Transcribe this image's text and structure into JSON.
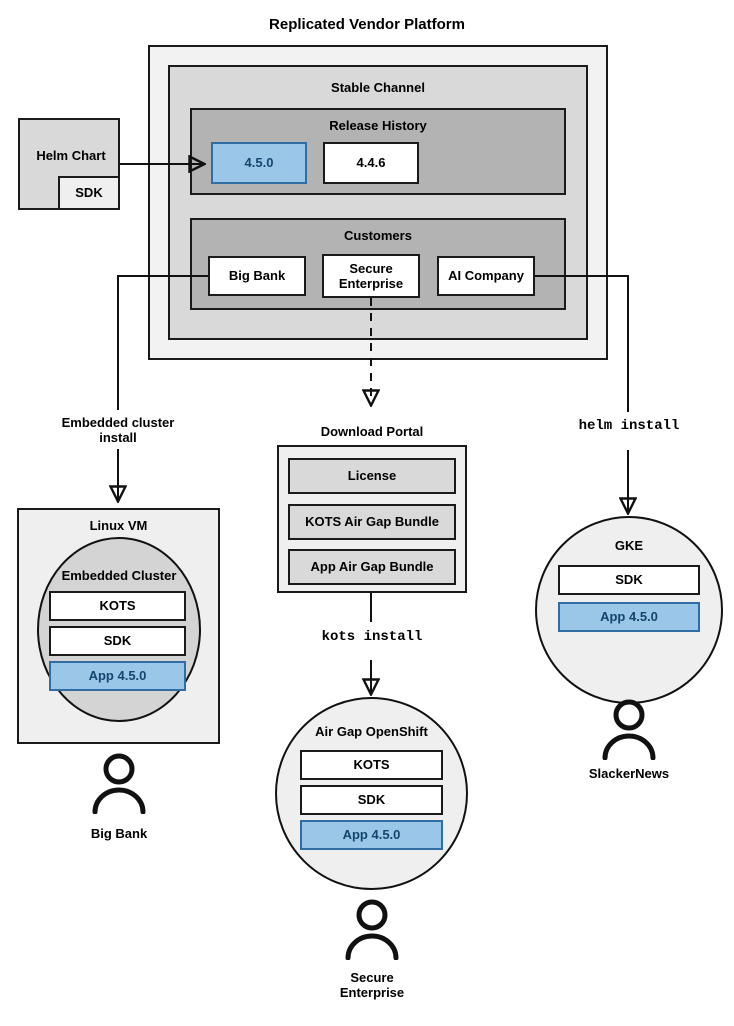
{
  "diagram": {
    "title": "Replicated Vendor Platform",
    "platform": {
      "channel_title": "Stable Channel",
      "release_history": {
        "title": "Release History",
        "releases": [
          {
            "version": "4.5.0",
            "highlighted": true
          },
          {
            "version": "4.4.6",
            "highlighted": false
          }
        ]
      },
      "customers": {
        "title": "Customers",
        "items": [
          "Big Bank",
          "Secure\nEnterprise",
          "AI Company"
        ]
      }
    },
    "source": {
      "label": "Helm Chart",
      "sdk_label": "SDK"
    },
    "edges": {
      "embedded_cluster_install": "Embedded cluster\ninstall",
      "helm_install": "helm install",
      "kots_install": "kots install"
    },
    "download_portal": {
      "title": "Download Portal",
      "items": [
        "License",
        "KOTS Air Gap Bundle",
        "App Air Gap Bundle"
      ]
    },
    "targets": [
      {
        "id": "linux-vm",
        "title": "Linux VM",
        "inner_title": "Embedded Cluster",
        "components": [
          "KOTS",
          "SDK",
          "App 4.5.0"
        ],
        "app_component": "App 4.5.0",
        "customer": "Big Bank"
      },
      {
        "id": "airgap-openshift",
        "title": "Air Gap OpenShift",
        "components": [
          "KOTS",
          "SDK",
          "App 4.5.0"
        ],
        "app_component": "App 4.5.0",
        "customer": "Secure\nEnterprise"
      },
      {
        "id": "gke",
        "title": "GKE",
        "components": [
          "SDK",
          "App 4.5.0"
        ],
        "app_component": "App 4.5.0",
        "customer": "SlackerNews"
      }
    ],
    "colors": {
      "highlight_fill": "#9ac7e8",
      "highlight_border": "#2f6da4",
      "highlight_text": "#14456e",
      "outer_group": "#f2f2f2",
      "mid_group": "#d9d9d9",
      "inner_group": "#b3b3b3",
      "stroke": "#1a1a1a"
    }
  }
}
